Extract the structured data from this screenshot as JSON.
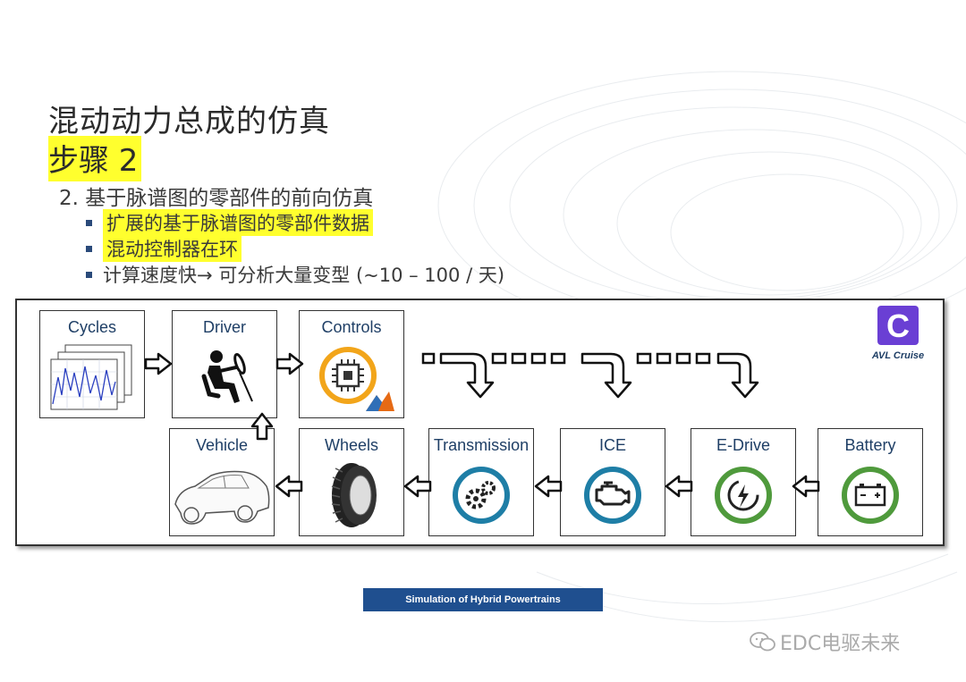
{
  "title_line1": "混动动力总成的仿真",
  "title_line2": "步骤 2",
  "main_point": "2.  基于脉谱图的零部件的前向仿真",
  "sub_points": [
    {
      "text": "扩展的基于脉谱图的零部件数据"
    },
    {
      "text": "混动控制器在环"
    },
    {
      "text": "计算速度快→ 可分析大量变型 (~10 – 100 / 天)"
    }
  ],
  "diagram": {
    "blocks": {
      "cycles": "Cycles",
      "driver": "Driver",
      "controls": "Controls",
      "vehicle": "Vehicle",
      "wheels": "Wheels",
      "transmission": "Transmission",
      "ice": "ICE",
      "edrive": "E-Drive",
      "battery": "Battery"
    },
    "logo_letter": "C",
    "logo_text": "AVL Cruise"
  },
  "footer": "Simulation of Hybrid Powertrains",
  "watermark": "EDC电驱未来",
  "colors": {
    "highlight": "#ffff2e",
    "label_blue": "#1f3f66",
    "icon_teal": "#1e7ea6",
    "icon_green": "#4f9a3c",
    "icon_orange": "#f2a51a",
    "footer_blue": "#1f4f8f",
    "logo_purple": "#6a3fd4"
  }
}
